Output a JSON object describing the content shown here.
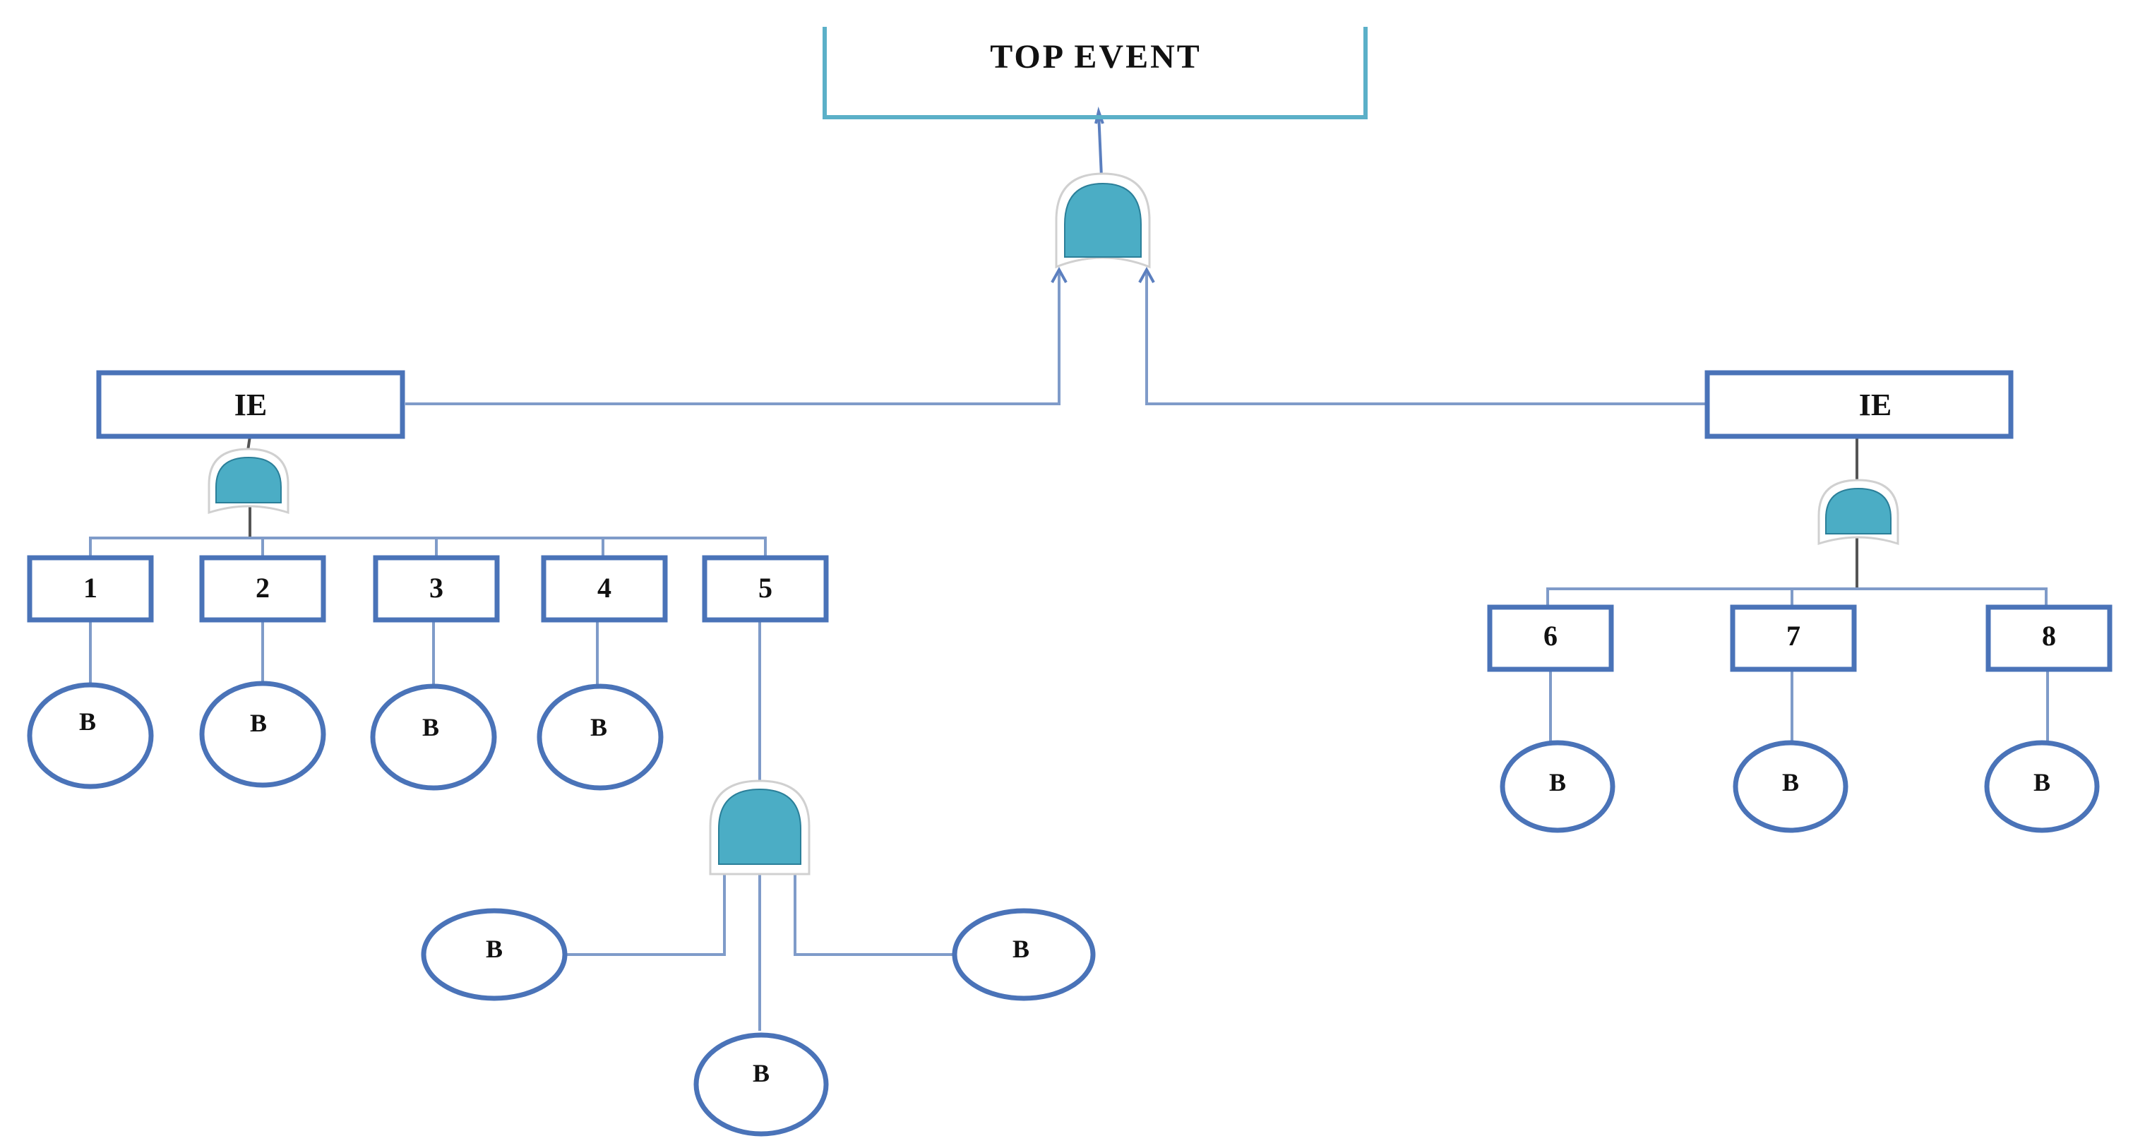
{
  "colors": {
    "gate_fill": "#4badc5",
    "box_stroke": "#4a73b8",
    "top_box_stroke": "#5bb0c8",
    "connector": "#7f9bc9"
  },
  "top_event": {
    "label": "TOP EVENT"
  },
  "left_branch": {
    "label": "IE",
    "events": [
      {
        "label": "1",
        "basic": "B"
      },
      {
        "label": "2",
        "basic": "B"
      },
      {
        "label": "3",
        "basic": "B"
      },
      {
        "label": "4",
        "basic": "B"
      },
      {
        "label": "5",
        "basic_left": "B",
        "basic_bottom": "B",
        "basic_right": "B"
      }
    ]
  },
  "right_branch": {
    "label": "IE",
    "events": [
      {
        "label": "6",
        "basic": "B"
      },
      {
        "label": "7",
        "basic": "B"
      },
      {
        "label": "8",
        "basic": "B"
      }
    ]
  }
}
